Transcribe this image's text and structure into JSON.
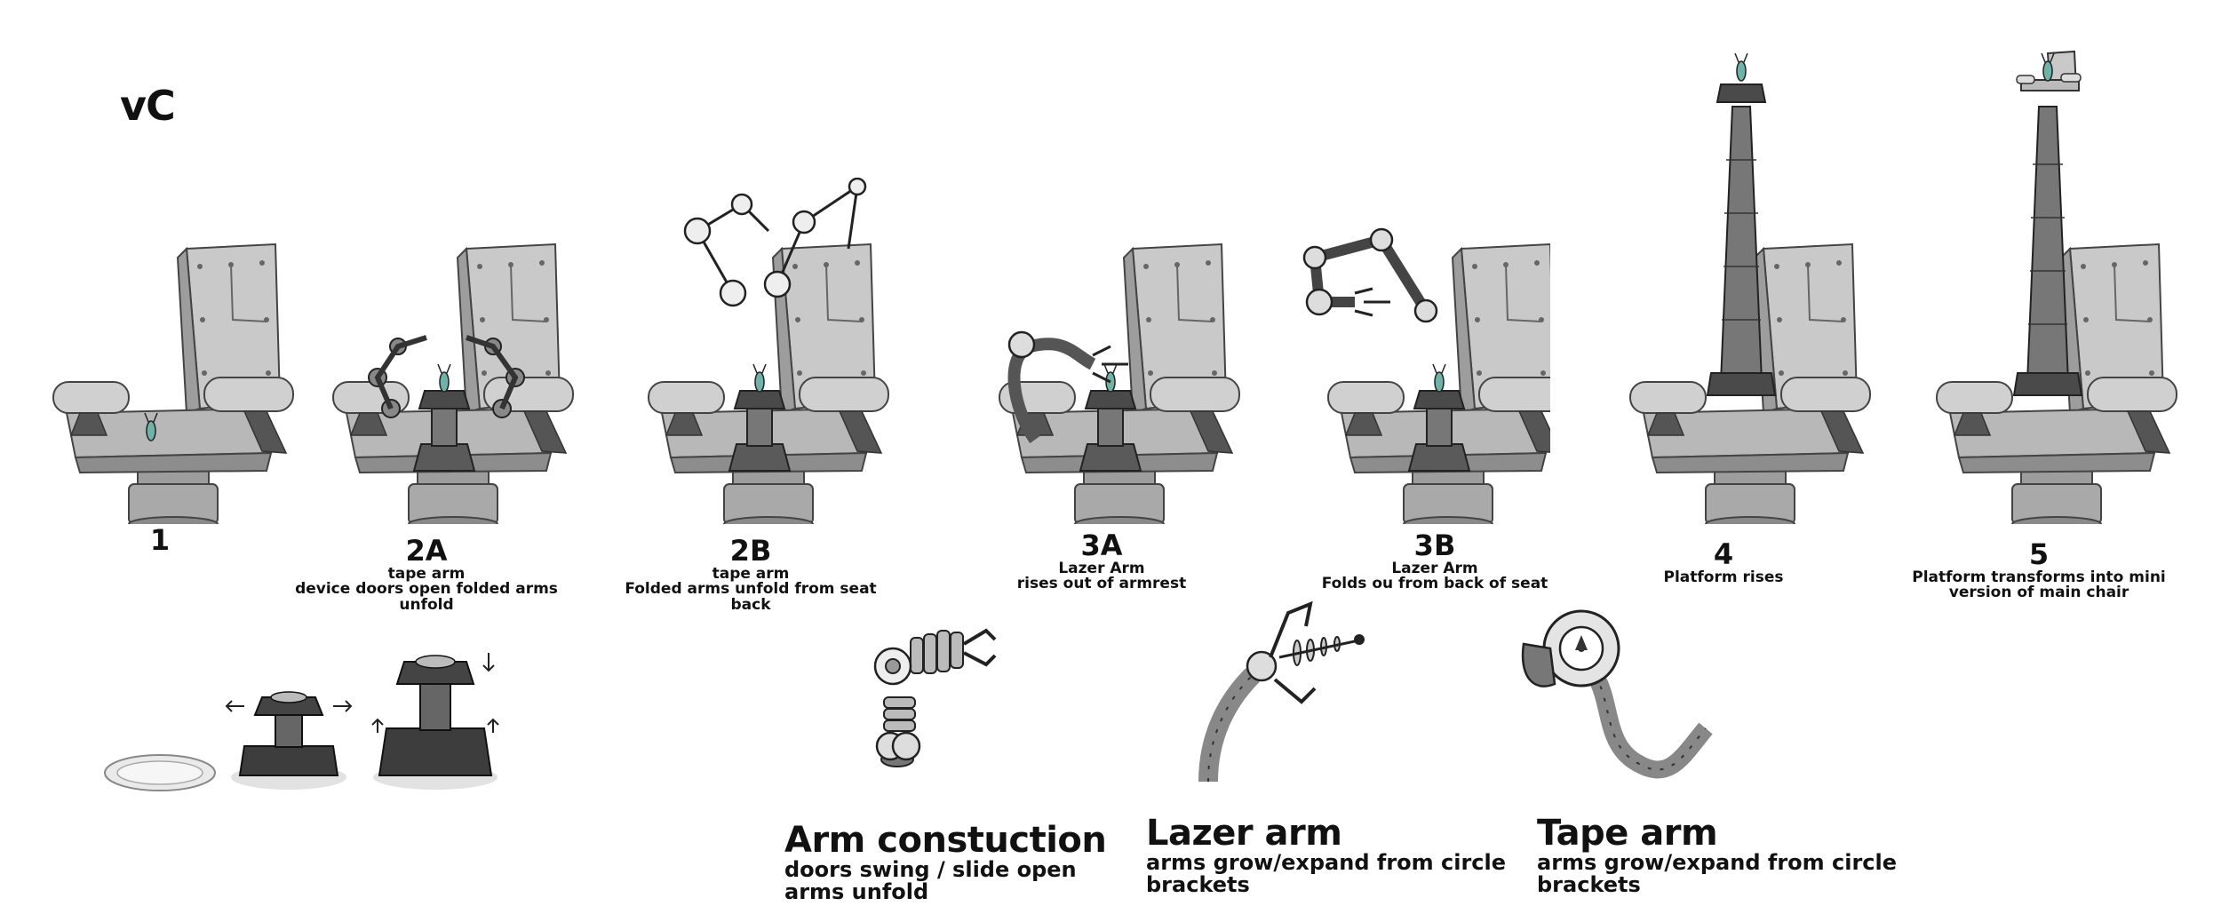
{
  "sheet": {
    "title": "vC"
  },
  "stages": [
    {
      "number": "1",
      "lines": []
    },
    {
      "number": "2A",
      "lines": [
        "tape arm",
        "device doors open folded arms",
        "unfold"
      ]
    },
    {
      "number": "2B",
      "lines": [
        "tape arm",
        "Folded arms unfold from seat",
        "back"
      ]
    },
    {
      "number": "3A",
      "lines": [
        "Lazer Arm",
        "rises out of armrest"
      ]
    },
    {
      "number": "3B",
      "lines": [
        "Lazer Arm",
        "Folds ou from back of seat"
      ]
    },
    {
      "number": "4",
      "lines": [
        "Platform rises"
      ]
    },
    {
      "number": "5",
      "lines": [
        "Platform transforms into mini",
        "version of main chair"
      ]
    }
  ],
  "sections": [
    {
      "heading": "Arm constuction",
      "lines": [
        "doors swing / slide open",
        "arms unfold"
      ]
    },
    {
      "heading": "Lazer arm",
      "lines": [
        "arms grow/expand from circle",
        "brackets"
      ]
    },
    {
      "heading": "Tape arm",
      "lines": [
        "arms grow/expand from circle",
        "brackets"
      ]
    }
  ],
  "colors": {
    "chair_light": "#c9c9c9",
    "chair_mid": "#9d9d9d",
    "chair_dark": "#555555",
    "device_dark": "#3a3a3a",
    "ink": "#111111",
    "plankton_green": "#6fb3a8"
  }
}
